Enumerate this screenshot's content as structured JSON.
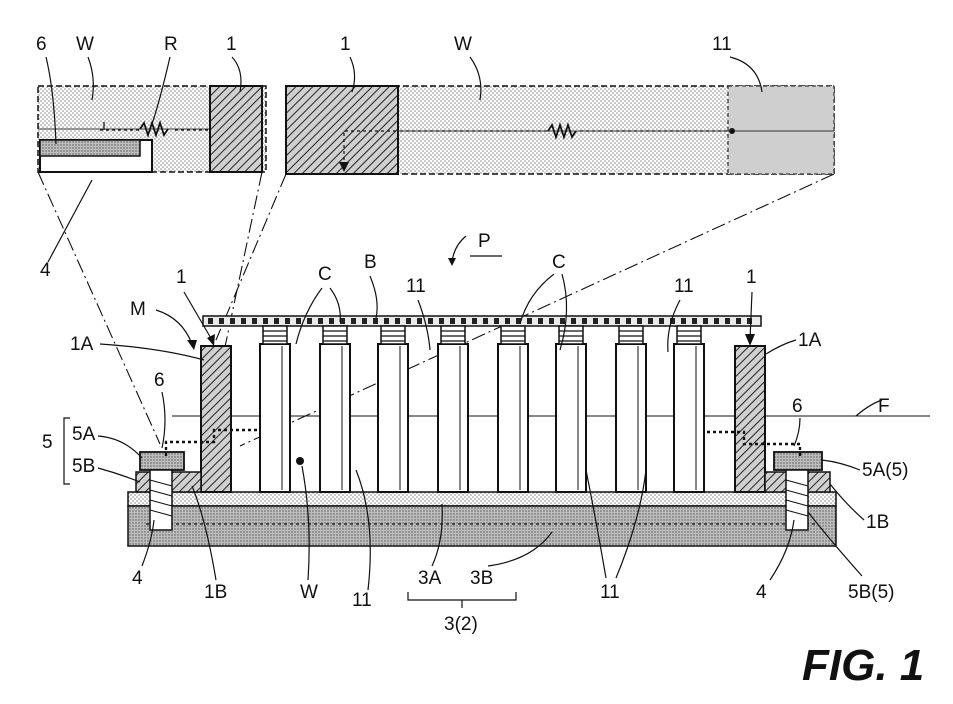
{
  "labels": {
    "six": "6",
    "w": "W",
    "r": "R",
    "one": "1",
    "eleven": "11",
    "four": "4",
    "p": "P",
    "b": "B",
    "c": "C",
    "m": "M",
    "one_a": "1A",
    "one_b": "1B",
    "five": "5",
    "five_a": "5A",
    "five_b": "5B",
    "five_a_5": "5A(5)",
    "five_b_5": "5B(5)",
    "f": "F",
    "three_a": "3A",
    "three_b": "3B",
    "three_2": "3(2)"
  },
  "caption": "FIG. 1",
  "colors": {
    "ink": "#111111",
    "stipple": "#d9d9d9",
    "base": "#c4c4c4",
    "hatch_bg": "#bdbdbd"
  }
}
